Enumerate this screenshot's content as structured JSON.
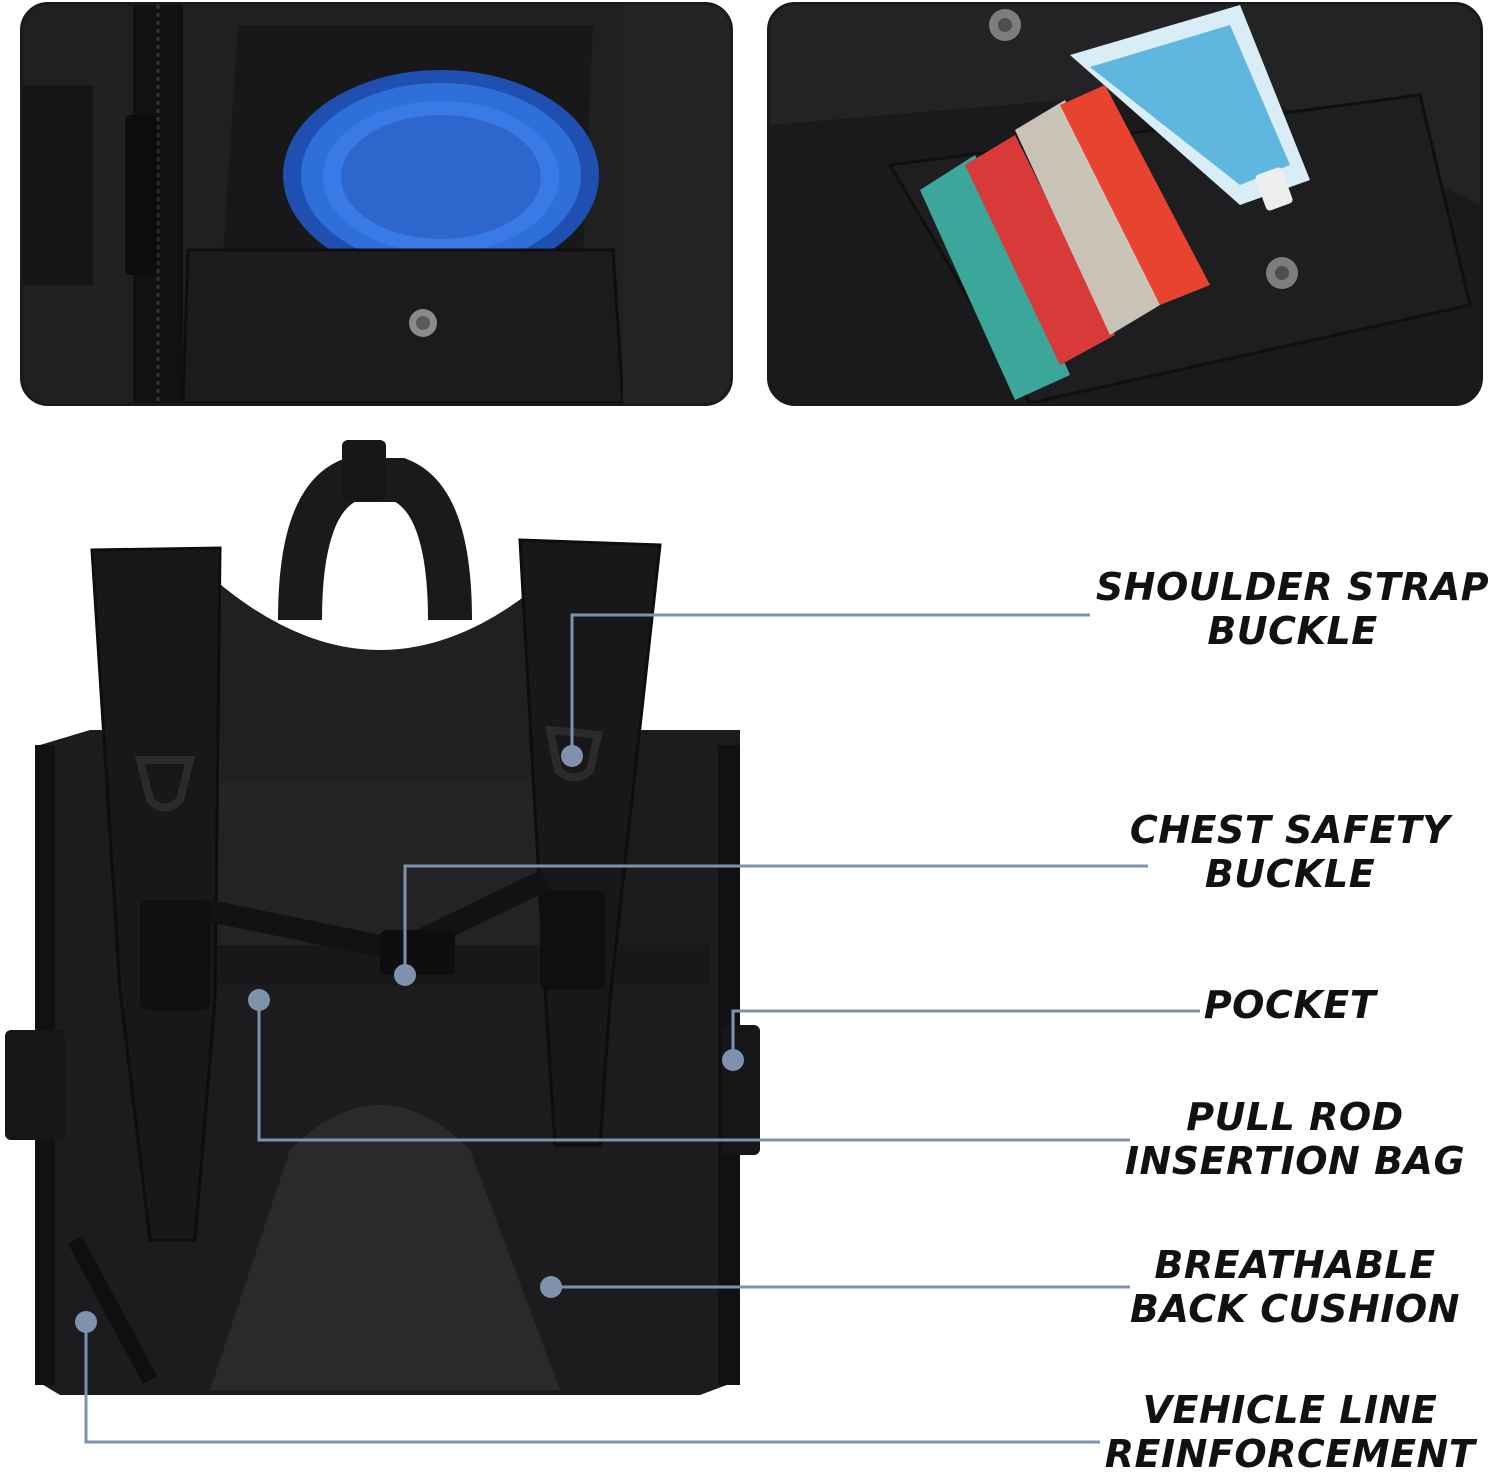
{
  "labels": {
    "shoulder_strap_buckle": [
      "SHOULDER STRAP",
      "BUCKLE"
    ],
    "chest_safety_buckle": [
      "CHEST SAFETY",
      "BUCKLE"
    ],
    "pocket": [
      "POCKET"
    ],
    "pull_rod_insertion_bag": [
      "PULL ROD",
      "INSERTION BAG"
    ],
    "breathable_back_cushion": [
      "BREATHABLE",
      "BACK CUSHION"
    ],
    "vehicle_line_reinforcement": [
      "VEHICLE LINE",
      "REINFORCEMENT"
    ]
  },
  "colors": {
    "callout_line": "#7f92ad",
    "callout_dot": "#7f92ad",
    "bag_fabric": "#1c1c1e",
    "bowl_blue": "#2f6fd8",
    "label_text": "#111111"
  },
  "icons": {
    "bowl": "collapsible-bowl-icon",
    "snack_packets": "pet-snack-packets-icon",
    "snap_button": "snap-button-icon"
  }
}
